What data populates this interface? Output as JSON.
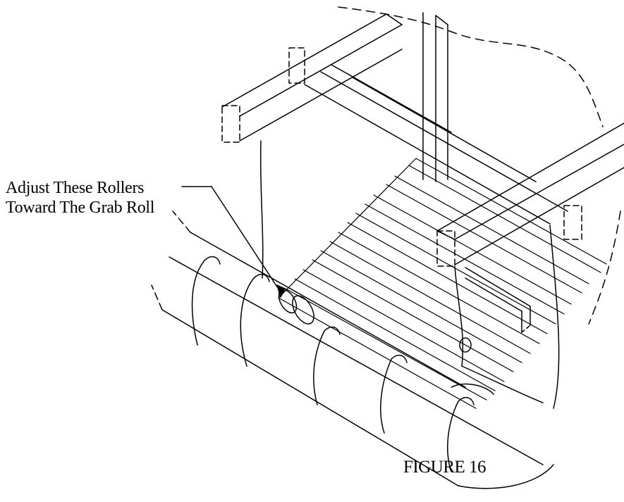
{
  "callout": {
    "line1": "Adjust These Rollers",
    "line2": "Toward The Grab Roll"
  },
  "caption": "FIGURE 16",
  "colors": {
    "ink": "#000000",
    "paper": "#ffffff"
  }
}
